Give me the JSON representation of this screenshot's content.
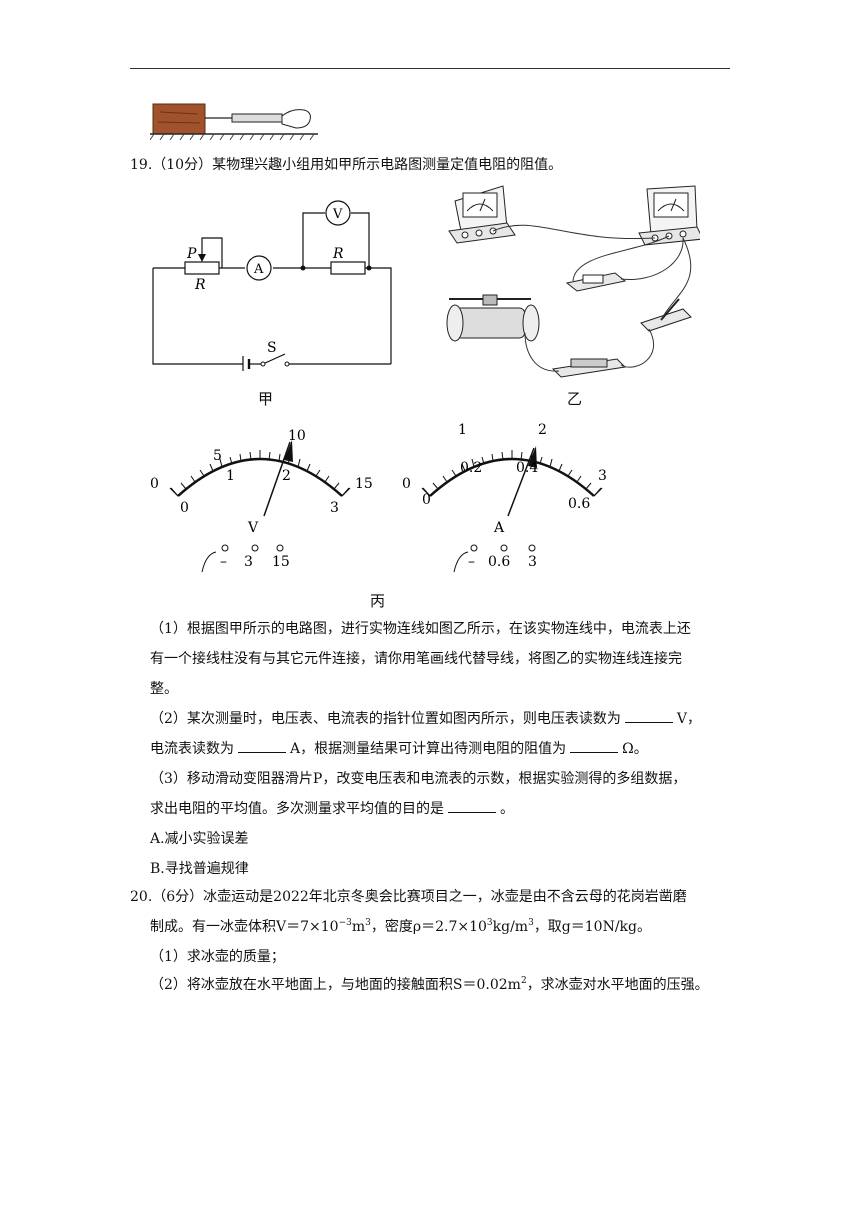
{
  "q19": {
    "header": "19.（10分）某物理兴趣小组用如甲所示电路图测量定值电阻的阻值。",
    "fig_jia": {
      "caption": "甲",
      "P": "P",
      "R1": "R",
      "A": "A",
      "V": "V",
      "R2": "R",
      "S": "S"
    },
    "fig_yi": {
      "caption": "乙"
    },
    "fig_bing": {
      "caption": "丙",
      "voltmeter": {
        "letter": "V",
        "outer": [
          "0",
          "5",
          "10",
          "15"
        ],
        "inner": [
          "0",
          "1",
          "2",
          "3"
        ],
        "terminals": [
          "–",
          "3",
          "15"
        ]
      },
      "ammeter": {
        "letter": "A",
        "outer": [
          "0",
          "1",
          "2",
          "3"
        ],
        "inner": [
          "0",
          "0.2",
          "0.4",
          "0.6"
        ],
        "terminals": [
          "–",
          "0.6",
          "3"
        ]
      }
    },
    "p1_l1": "（1）根据图甲所示的电路图，进行实物连线如图乙所示，在该实物连线中，电流表上还",
    "p1_l2": "有一个接线柱没有与其它元件连接，请你用笔画线代替导线，将图乙的实物连线连接完",
    "p1_l3": "整。",
    "p2_l1a": "（2）某次测量时，电压表、电流表的指针位置如图丙所示，则电压表读数为",
    "p2_l1b": "V，",
    "p2_l2a": "电流表读数为",
    "p2_l2b": "A，根据测量结果可计算出待测电阻的阻值为",
    "p2_l2c": "Ω。",
    "p3_l1": "（3）移动滑动变阻器滑片P，改变电压表和电流表的示数，根据实验测得的多组数据，",
    "p3_l2a": "求出电阻的平均值。多次测量求平均值的目的是",
    "p3_l2b": "。",
    "optA": "A.减小实验误差",
    "optB": "B.寻找普遍规律"
  },
  "q20": {
    "l1": "20.（6分）冰壶运动是2022年北京冬奥会比赛项目之一，冰壶是由不含云母的花岗岩凿磨",
    "l2a": "制成。有一冰壶体积V＝7×10",
    "l2exp1": "−3",
    "l2b": "m",
    "l2exp2": "3",
    "l2c": "，密度ρ＝2.7×10",
    "l2exp3": "3",
    "l2d": "kg/m",
    "l2exp4": "3",
    "l2e": "，取g＝10N/kg。",
    "s1": "（1）求冰壶的质量；",
    "s2a": "（2）将冰壶放在水平地面上，与地面的接触面积S＝0.02m",
    "s2exp": "2",
    "s2b": "，求冰壶对水平地面的压强。"
  }
}
